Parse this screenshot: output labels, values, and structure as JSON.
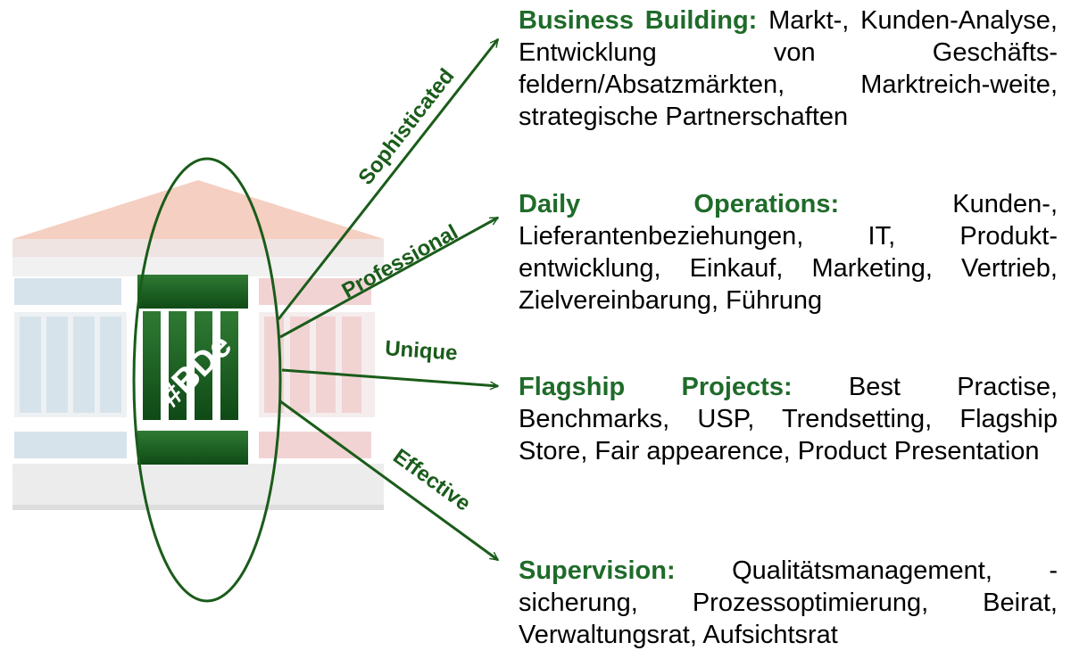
{
  "center_label": "#BDe",
  "colors": {
    "accent_green": "#1f6b2a",
    "dark_green": "#1a5c1a",
    "roof": "#f2c4b3",
    "left_columns": "#d6e2ea",
    "right_columns": "#f0d2d2"
  },
  "arrows": [
    {
      "label": "Sophisticated"
    },
    {
      "label": "Professional"
    },
    {
      "label": "Unique"
    },
    {
      "label": "Effective"
    }
  ],
  "items": [
    {
      "heading": "Business Building:",
      "text": "Markt-, Kunden-Analyse, Entwicklung von Geschäfts-feldern/Absatzmärkten, Marktreich-weite, strategische Partnerschaften"
    },
    {
      "heading": "Daily Operations:",
      "text": "Kunden-, Lieferantenbeziehungen, IT, Produkt-entwicklung, Einkauf, Marketing, Vertrieb, Zielvereinbarung, Führung"
    },
    {
      "heading": "Flagship Projects:",
      "text": "Best Practise, Benchmarks, USP, Trendsetting, Flagship Store, Fair appearence, Product Presentation"
    },
    {
      "heading": "Supervision:",
      "text": "Qualitätsmanagement, - sicherung, Prozessoptimierung, Beirat, Verwaltungsrat, Aufsichtsrat"
    }
  ]
}
